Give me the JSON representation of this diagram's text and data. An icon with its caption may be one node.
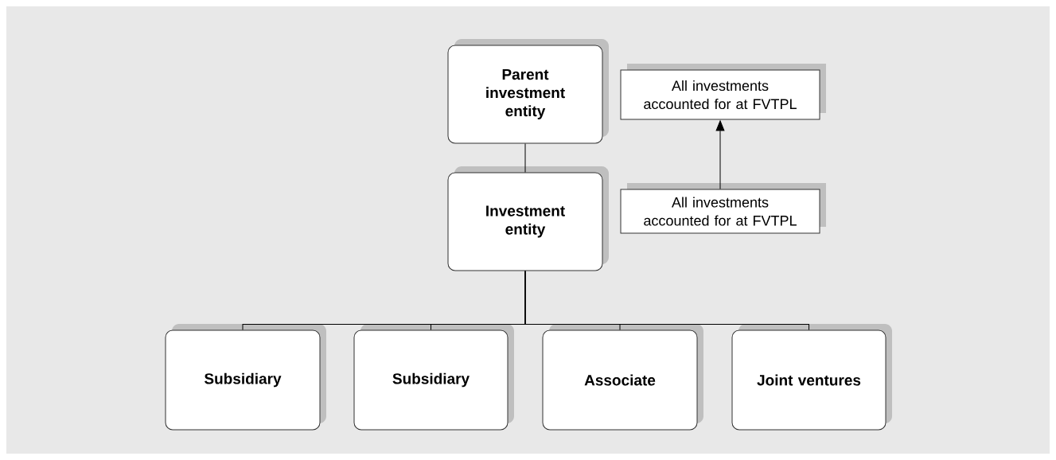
{
  "diagram": {
    "nodes": [
      {
        "text": [
          "Parent investment entity"
        ]
      },
      {
        "text": [
          "Investment entity"
        ]
      },
      {
        "text": [
          "All investments accounted for at FVTPL"
        ]
      },
      {
        "text": [
          "All investments accounted for at FVTPL"
        ]
      },
      {
        "text": [
          "Subsidiary"
        ]
      },
      {
        "text": [
          "Subsidiary"
        ]
      },
      {
        "text": [
          "Associate"
        ]
      },
      {
        "text": [
          "Joint ventures"
        ]
      }
    ],
    "edges": [
      {
        "from": 0,
        "to": 1,
        "arrow": "none"
      },
      {
        "from": 3,
        "to": 2,
        "arrow": "to"
      },
      {
        "from": 1,
        "to": 4,
        "arrow": "none"
      },
      {
        "from": 1,
        "to": 5,
        "arrow": "none"
      },
      {
        "from": 1,
        "to": 6,
        "arrow": "none"
      },
      {
        "from": 1,
        "to": 7,
        "arrow": "none"
      }
    ]
  }
}
